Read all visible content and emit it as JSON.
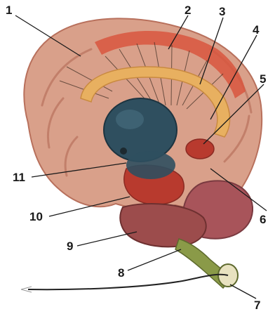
{
  "figure": {
    "labels": [
      "1",
      "2",
      "3",
      "4",
      "5",
      "6",
      "7",
      "8",
      "9",
      "10",
      "11"
    ],
    "colors": {
      "cortex": "#d9a08a",
      "cortex_dark": "#b8705c",
      "gyrus_red": "#d8563e",
      "fiber_band": "#e8b060",
      "thalamus": "#2f4f5f",
      "red_nucleus": "#b83a2e",
      "cerebellum": "#a8545a",
      "pons": "#9c4c4c",
      "spinal_cord": "#8a9a48",
      "ink": "#1a1a1a"
    }
  }
}
